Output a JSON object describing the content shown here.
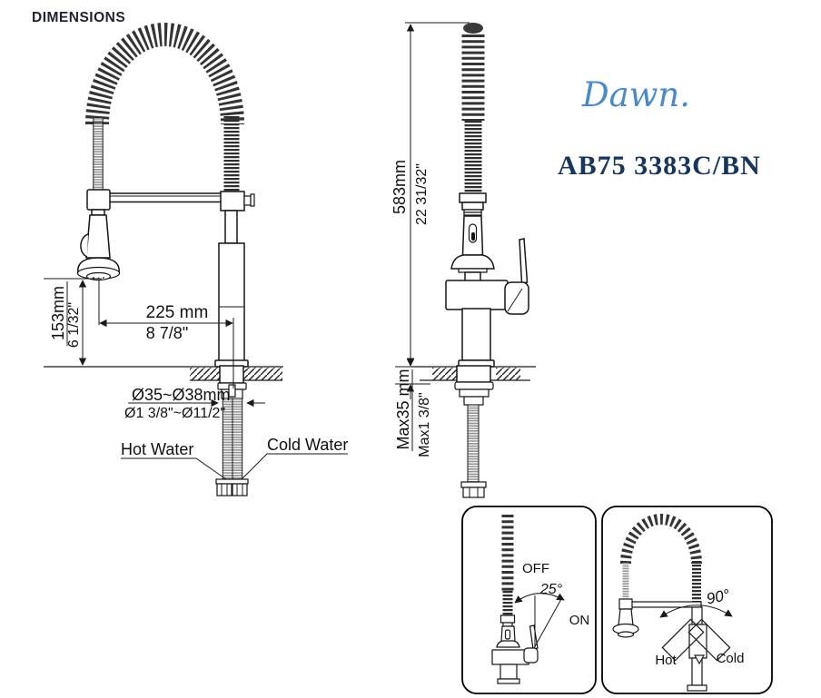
{
  "header": {
    "title": "DIMENSIONS"
  },
  "brand": {
    "logo_text": "Dawn.",
    "model_number": "AB75 3383C/BN",
    "logo_color": "#4a8ac9",
    "model_color": "#17365d"
  },
  "front_view": {
    "spout_height_mm": "153mm",
    "spout_height_in": "6 1/32\"",
    "spout_reach_mm": "225 mm",
    "spout_reach_in": "8 7/8\"",
    "mount_hole_mm": "Ø35~Ø38mm",
    "mount_hole_in": "Ø1 3/8\"~Ø11/2\"",
    "hot_water_label": "Hot Water",
    "cold_water_label": "Cold Water"
  },
  "side_view": {
    "overall_height_mm": "583mm",
    "overall_height_in": "22 31/32\"",
    "max_deck_mm": "Max35 mm",
    "max_deck_in": "Max1 3/8\""
  },
  "inset_tilt": {
    "off_label": "OFF",
    "angle_label": "25°",
    "on_label": "ON"
  },
  "inset_swivel": {
    "angle_label": "90°",
    "hot_label": "Hot",
    "cold_label": "Cold"
  },
  "colors": {
    "line": "#1a1a1a",
    "background": "#ffffff"
  }
}
